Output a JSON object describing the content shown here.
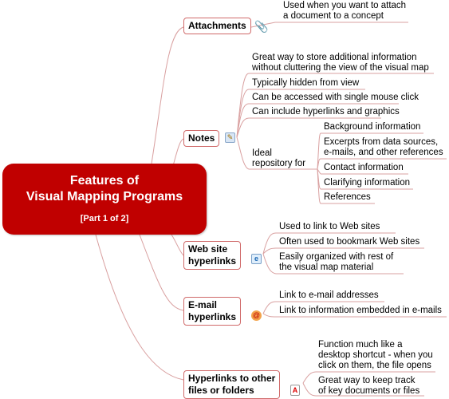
{
  "central": {
    "line1": "Features of",
    "line2": "Visual Mapping Programs",
    "part": "[Part 1 of 2]"
  },
  "branches": {
    "attachments": {
      "label": "Attachments",
      "icon": "paperclip-icon",
      "items": [
        "Used when you want to attach",
        "a document to a concept"
      ]
    },
    "notes": {
      "label": "Notes",
      "icon": "note-icon",
      "items": [
        "Great way to store additional information",
        "without cluttering the view of the visual map",
        "Typically hidden from view",
        "Can be accessed with single mouse click",
        "Can include hyperlinks and graphics"
      ],
      "repository": {
        "label_line1": "Ideal",
        "label_line2": "repository for",
        "items": [
          "Background information",
          "Excerpts from data sources,",
          "e-mails, and other references",
          "Contact information",
          "Clarifying information",
          "References"
        ]
      }
    },
    "web": {
      "label_line1": "Web site",
      "label_line2": "hyperlinks",
      "icon": "browser-icon",
      "items": [
        "Used to link to Web sites",
        "Often used to bookmark Web sites",
        "Easily organized with rest of",
        "the visual map material"
      ]
    },
    "email": {
      "label_line1": "E-mail",
      "label_line2": "hyperlinks",
      "icon": "email-icon",
      "items": [
        "Link to e-mail addresses",
        "Link to information embedded in e-mails"
      ]
    },
    "files": {
      "label_line1": "Hyperlinks to other",
      "label_line2": "files or folders",
      "icon": "pdf-file-icon",
      "items": [
        "Function much like a",
        "desktop shortcut - when you",
        "click on them, the file opens",
        "Great way to keep track",
        "of key documents or files"
      ]
    }
  },
  "colors": {
    "central": "#c00000",
    "connector": "#d9a0a0",
    "underline": "#e0b0b0"
  }
}
